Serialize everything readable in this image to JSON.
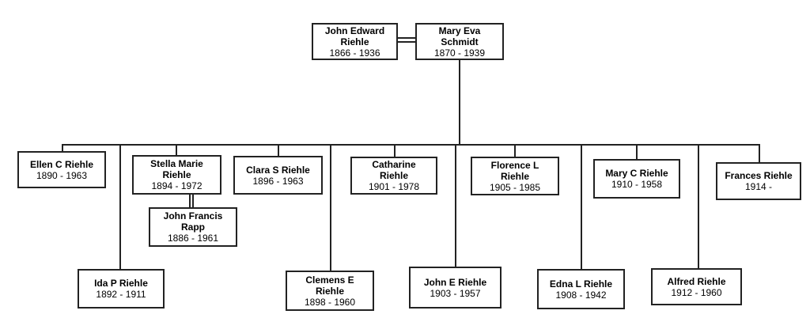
{
  "colors": {
    "background": "#ffffff",
    "box_border": "#222222",
    "connector_line": "#222222",
    "text": "#000000"
  },
  "people": {
    "john_edward_riehle": {
      "name": "John Edward\nRiehle",
      "years": "1866 - 1936"
    },
    "mary_eva_schmidt": {
      "name": "Mary Eva\nSchmidt",
      "years": "1870 - 1939"
    },
    "ellen_c_riehle": {
      "name": "Ellen C Riehle",
      "years": "1890 - 1963"
    },
    "stella_marie_riehle": {
      "name": "Stella Marie\nRiehle",
      "years": "1894 - 1972"
    },
    "john_francis_rapp": {
      "name": "John Francis\nRapp",
      "years": "1886 - 1961"
    },
    "clara_s_riehle": {
      "name": "Clara S Riehle",
      "years": "1896 - 1963"
    },
    "catharine_riehle": {
      "name": "Catharine\nRiehle",
      "years": "1901 - 1978"
    },
    "florence_l_riehle": {
      "name": "Florence L\nRiehle",
      "years": "1905 - 1985"
    },
    "mary_c_riehle": {
      "name": "Mary C Riehle",
      "years": "1910 - 1958"
    },
    "frances_riehle": {
      "name": "Frances Riehle",
      "years": "1914 -"
    },
    "ida_p_riehle": {
      "name": "Ida P Riehle",
      "years": "1892 - 1911"
    },
    "clemens_e_riehle": {
      "name": "Clemens E\nRiehle",
      "years": "1898 - 1960"
    },
    "john_e_riehle": {
      "name": "John E Riehle",
      "years": "1903 - 1957"
    },
    "edna_l_riehle": {
      "name": "Edna L Riehle",
      "years": "1908 - 1942"
    },
    "alfred_riehle": {
      "name": "Alfred Riehle",
      "years": "1912 - 1960"
    }
  },
  "relationships": {
    "marriages": [
      {
        "between": [
          "John Edward Riehle",
          "Mary Eva Schmidt"
        ]
      },
      {
        "between": [
          "Stella Marie Riehle",
          "John Francis Rapp"
        ]
      }
    ],
    "children_of_john_edward_and_mary_eva": [
      "Ellen C Riehle",
      "Ida P Riehle",
      "Stella Marie Riehle",
      "Clara S Riehle",
      "Clemens E Riehle",
      "Catharine Riehle",
      "John E Riehle",
      "Florence L Riehle",
      "Edna L Riehle",
      "Mary C Riehle",
      "Alfred Riehle",
      "Frances Riehle"
    ]
  }
}
